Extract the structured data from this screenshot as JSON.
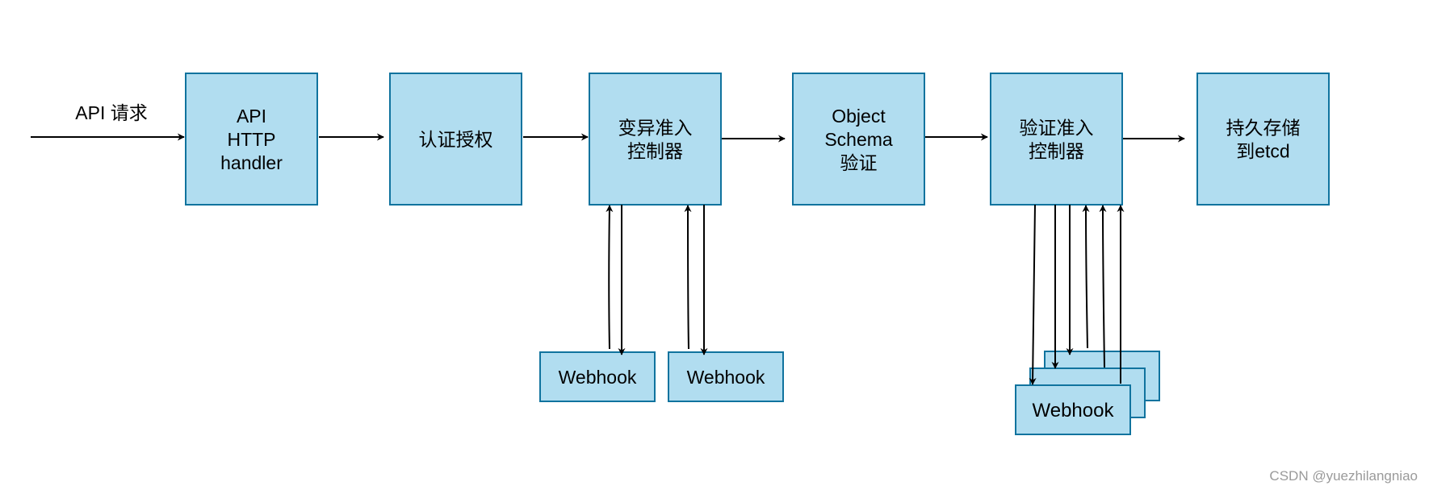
{
  "colors": {
    "box_fill": "#b1ddf0",
    "box_stroke": "#10739e",
    "edge": "#000000",
    "watermark": "#9a9a9a"
  },
  "diagram": {
    "input_label": "API 请求",
    "stages": [
      {
        "id": "api-http-handler",
        "lines": [
          "API",
          "HTTP",
          "handler"
        ]
      },
      {
        "id": "authn-authz",
        "lines": [
          "认证授权"
        ]
      },
      {
        "id": "mutating-admission",
        "lines": [
          "变异准入",
          "控制器"
        ]
      },
      {
        "id": "object-schema-validation",
        "lines": [
          "Object",
          "Schema",
          "验证"
        ]
      },
      {
        "id": "validating-admission",
        "lines": [
          "验证准入",
          "控制器"
        ]
      },
      {
        "id": "persist-etcd",
        "lines": [
          "持久存储",
          "到etcd"
        ]
      }
    ],
    "webhooks": [
      {
        "id": "mutating-webhook-1",
        "label": "Webhook"
      },
      {
        "id": "mutating-webhook-2",
        "label": "Webhook"
      },
      {
        "id": "validating-webhook-stack",
        "label": "Webhook"
      }
    ]
  },
  "watermark": "CSDN @yuezhilangniao"
}
